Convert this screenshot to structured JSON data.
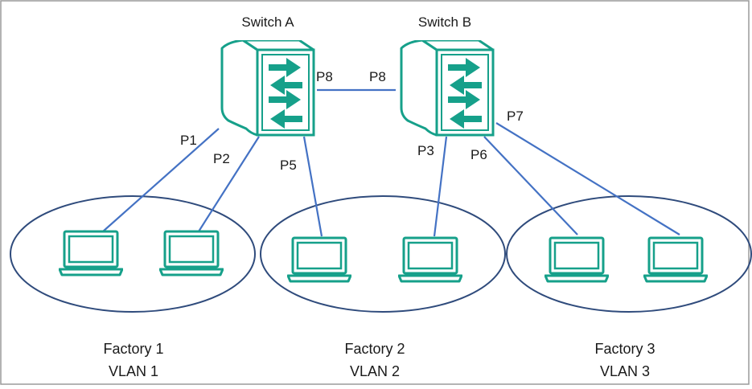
{
  "switches": [
    {
      "id": "A",
      "label": "Switch A"
    },
    {
      "id": "B",
      "label": "Switch B"
    }
  ],
  "ports": {
    "a_p8": "P8",
    "b_p8": "P8",
    "p1": "P1",
    "p2": "P2",
    "p5": "P5",
    "p3": "P3",
    "p6": "P6",
    "p7": "P7"
  },
  "factories": [
    {
      "name": "Factory 1",
      "vlan": "VLAN 1"
    },
    {
      "name": "Factory 2",
      "vlan": "VLAN 2"
    },
    {
      "name": "Factory 3",
      "vlan": "VLAN 3"
    }
  ],
  "colors": {
    "link": "#4472c4",
    "ellipse_stroke": "#2f4b7c",
    "device_teal": "#16a08a",
    "border": "#9a9a9a"
  },
  "icons": {
    "switch": "network-switch-icon",
    "laptop": "laptop-icon"
  }
}
